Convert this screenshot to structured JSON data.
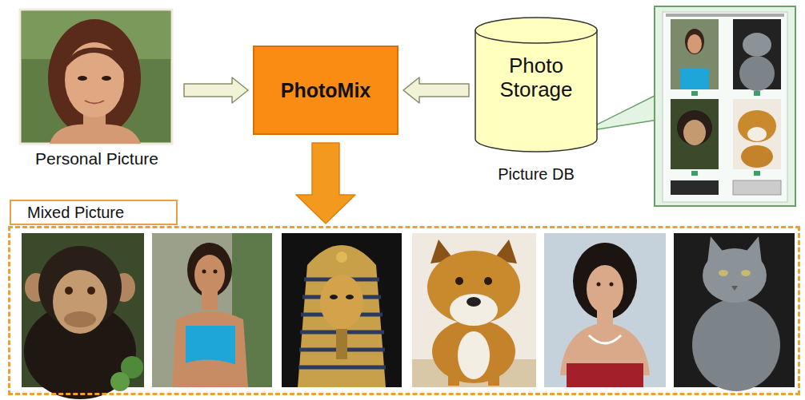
{
  "diagram": {
    "nodes": [
      {
        "text": [
          "Personal Picture"
        ]
      },
      {
        "text": [
          "PhotoMix"
        ]
      },
      {
        "text": [
          "Photo Storage",
          "Picture DB"
        ]
      },
      {
        "text": [
          "Mixed Picture"
        ]
      }
    ],
    "edges": [
      {
        "from": 0,
        "to": 1,
        "arrow": "to"
      },
      {
        "from": 2,
        "to": 1,
        "arrow": "to"
      },
      {
        "from": 1,
        "to": 3,
        "arrow": "to"
      }
    ]
  }
}
